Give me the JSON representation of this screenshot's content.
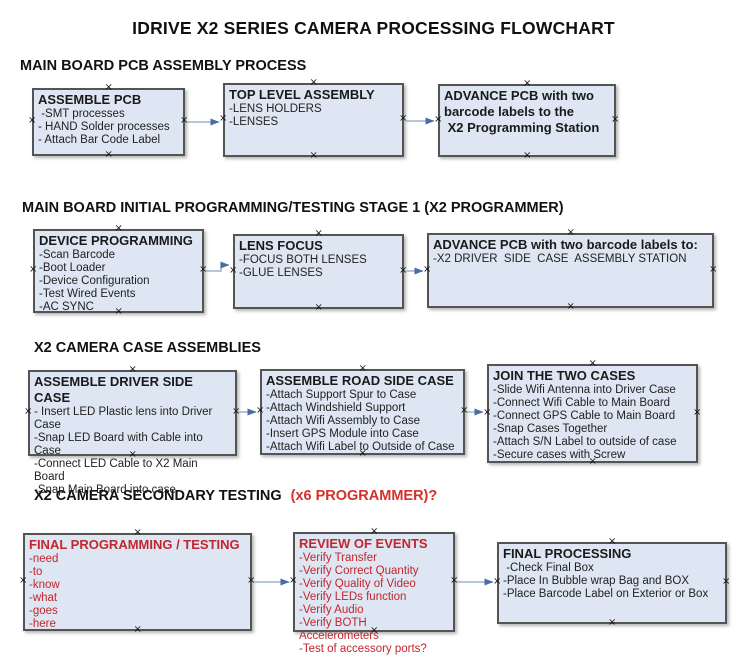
{
  "title": "IDRIVE X2  SERIES CAMERA PROCESSING FLOWCHART",
  "colors": {
    "box_fill": "#dde6f2",
    "box_border": "#545454",
    "arrow_line": "#9db2cc",
    "arrow_head": "#4a6ca6",
    "red_text": "#c1272d",
    "heading_red": "#d4312b",
    "text": "#1a1a1a"
  },
  "icons": {
    "connection_handle": "×"
  },
  "sections": [
    {
      "heading": "MAIN BOARD PCB ASSEMBLY PROCESS",
      "boxes": [
        {
          "title": "ASSEMBLE PCB",
          "items": [
            " -SMT processes",
            "- HAND Solder processes",
            "- Attach Bar Code Label"
          ]
        },
        {
          "title": "TOP LEVEL ASSEMBLY",
          "items": [
            "-LENS HOLDERS",
            "-LENSES"
          ]
        },
        {
          "title": "ADVANCE PCB with two\nbarcode labels to the\n X2 Programming Station",
          "items": []
        }
      ]
    },
    {
      "heading": "MAIN BOARD INITIAL PROGRAMMING/TESTING STAGE 1 (X2 PROGRAMMER)",
      "boxes": [
        {
          "title": "DEVICE PROGRAMMING",
          "items": [
            "-Scan Barcode",
            "-Boot Loader",
            "-Device Configuration",
            "-Test Wired Events",
            "-AC SYNC"
          ]
        },
        {
          "title": "LENS FOCUS",
          "items": [
            "-FOCUS BOTH LENSES",
            "-GLUE LENSES"
          ]
        },
        {
          "title": "ADVANCE PCB with two barcode labels to:",
          "items": [
            "-X2 DRIVER  SIDE  CASE  ASSEMBLY STATION"
          ]
        }
      ]
    },
    {
      "heading": "X2 CAMERA CASE ASSEMBLIES",
      "boxes": [
        {
          "title": "ASSEMBLE DRIVER SIDE CASE",
          "items": [
            "- Insert LED Plastic lens into Driver Case",
            "-Snap LED Board with Cable into Case",
            "-Connect LED Cable to X2 Main Board",
            "-Snap Main Board into case"
          ]
        },
        {
          "title": "ASSEMBLE ROAD SIDE CASE",
          "items": [
            "-Attach Support Spur to Case",
            "-Attach Windshield Support",
            "-Attach Wifi Assembly to Case",
            "-Insert GPS Module into Case",
            "-Attach Wifi Label to Outside of Case"
          ]
        },
        {
          "title": "JOIN THE TWO CASES",
          "items": [
            "-Slide Wifi Antenna into Driver Case",
            "-Connect Wifi Cable to Main Board",
            "-Connect GPS Cable to Main Board",
            "-Snap Cases Together",
            "-Attach S/N Label to outside of case",
            "-Secure cases with Screw"
          ]
        }
      ]
    },
    {
      "heading": "X2 CAMERA SECONDARY TESTING",
      "heading_suffix": "(x6 PROGRAMMER)?",
      "boxes": [
        {
          "title": "FINAL PROGRAMMING / TESTING",
          "items": [
            "-need",
            "-to",
            "-know",
            "-what",
            "-goes",
            "-here"
          ]
        },
        {
          "title": "REVIEW OF EVENTS",
          "items": [
            "-Verify Transfer",
            "-Verify Correct Quantity",
            "-Verify Quality of Video",
            "-Verify LEDs function",
            "-Verify Audio",
            "-Verify BOTH Accelerometers",
            "-Test of accessory ports?"
          ]
        },
        {
          "title": "FINAL PROCESSING",
          "items": [
            " -Check Final Box",
            "-Place In Bubble wrap Bag and BOX",
            "-Place Barcode Label on Exterior or Box"
          ]
        }
      ]
    }
  ]
}
